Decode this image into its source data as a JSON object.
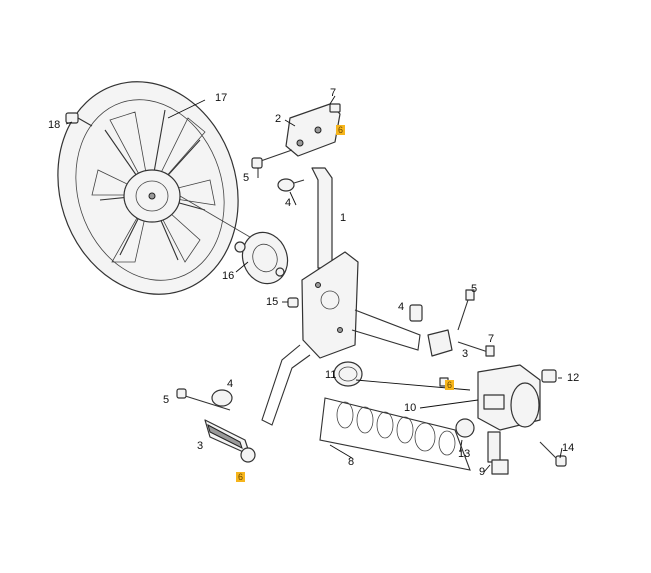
{
  "callouts": {
    "p1": "1",
    "p2": "2",
    "p3a": "3",
    "p3b": "3",
    "p4a": "4",
    "p4b": "4",
    "p4c": "4",
    "p5a": "5",
    "p5b": "5",
    "p5c": "5",
    "p6a": "6",
    "p6b": "6",
    "p6c": "6",
    "p7a": "7",
    "p7b": "7",
    "p8": "8",
    "p9": "9",
    "p10": "10",
    "p11": "11",
    "p12": "12",
    "p13": "13",
    "p14": "14",
    "p15": "15",
    "p16": "16",
    "p17": "17",
    "p18": "18"
  },
  "colors": {
    "highlight": "#f6b51c",
    "ink": "#333333"
  }
}
